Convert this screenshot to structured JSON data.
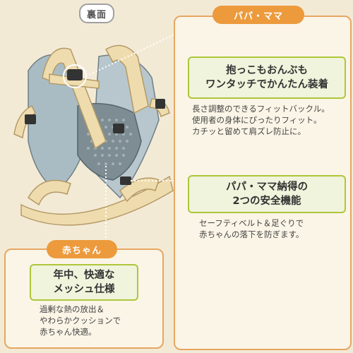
{
  "back_label": "裏面",
  "papa_mama_tab": "パパ・ママ",
  "feature1": {
    "title_line1": "抱っこもおんぶも",
    "title_line2": "ワンタッチでかんたん装着",
    "desc_lines": [
      "長さ調整のできるフィットバックル。",
      "使用者の身体にぴったりフィット。",
      "カチッと留めて肩ズレ防止に。"
    ]
  },
  "feature2": {
    "title_line1": "パパ・ママ納得の",
    "title_line2": "2つの安全機能",
    "desc_lines": [
      "セーフティベルト＆足ぐりで",
      "赤ちゃんの落下を防ぎます。"
    ]
  },
  "baby_tab": "赤ちゃん",
  "feature3": {
    "title_line1": "年中、快適な",
    "title_line2": "メッシュ仕様",
    "desc_lines": [
      "過剰な熱の放出＆",
      "やわらかクッションで",
      "赤ちゃん快適。"
    ]
  },
  "colors": {
    "orange": "#ec9a3c",
    "green": "#aec63a",
    "beige_background": "#f3ead6",
    "strap": "#efdcae",
    "carrier_blue": "#a9bcc4",
    "mesh": "#7d8d93"
  }
}
